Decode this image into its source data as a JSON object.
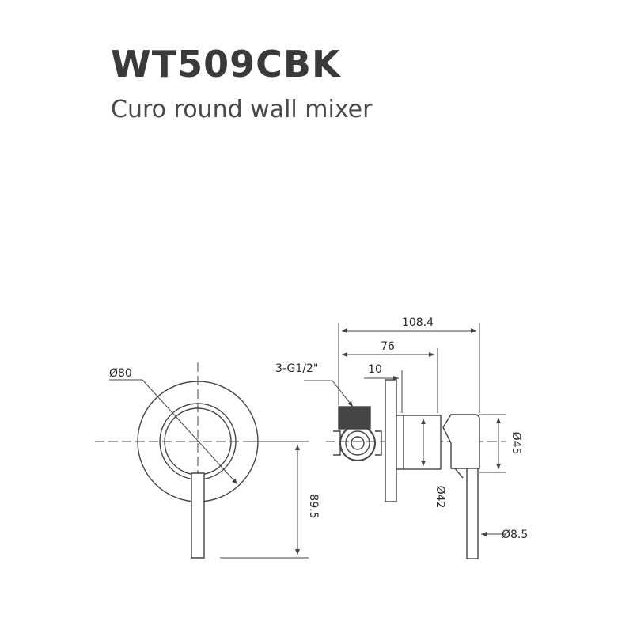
{
  "product": {
    "code": "WT509CBK",
    "name": "Curo round wall mixer"
  },
  "dimensions": {
    "face_diameter": "Ø80",
    "handle_drop": "89.5",
    "overall_depth": "108.4",
    "body_depth": "76",
    "plate_offset": "10",
    "inlets": "3-G1/2\"",
    "outer_diameter": "Ø45",
    "body_diameter": "Ø42",
    "lever_diameter": "Ø8.5"
  },
  "colors": {
    "line": "#444444",
    "title": "#3a3a3a",
    "fill_dark": "#444444"
  }
}
